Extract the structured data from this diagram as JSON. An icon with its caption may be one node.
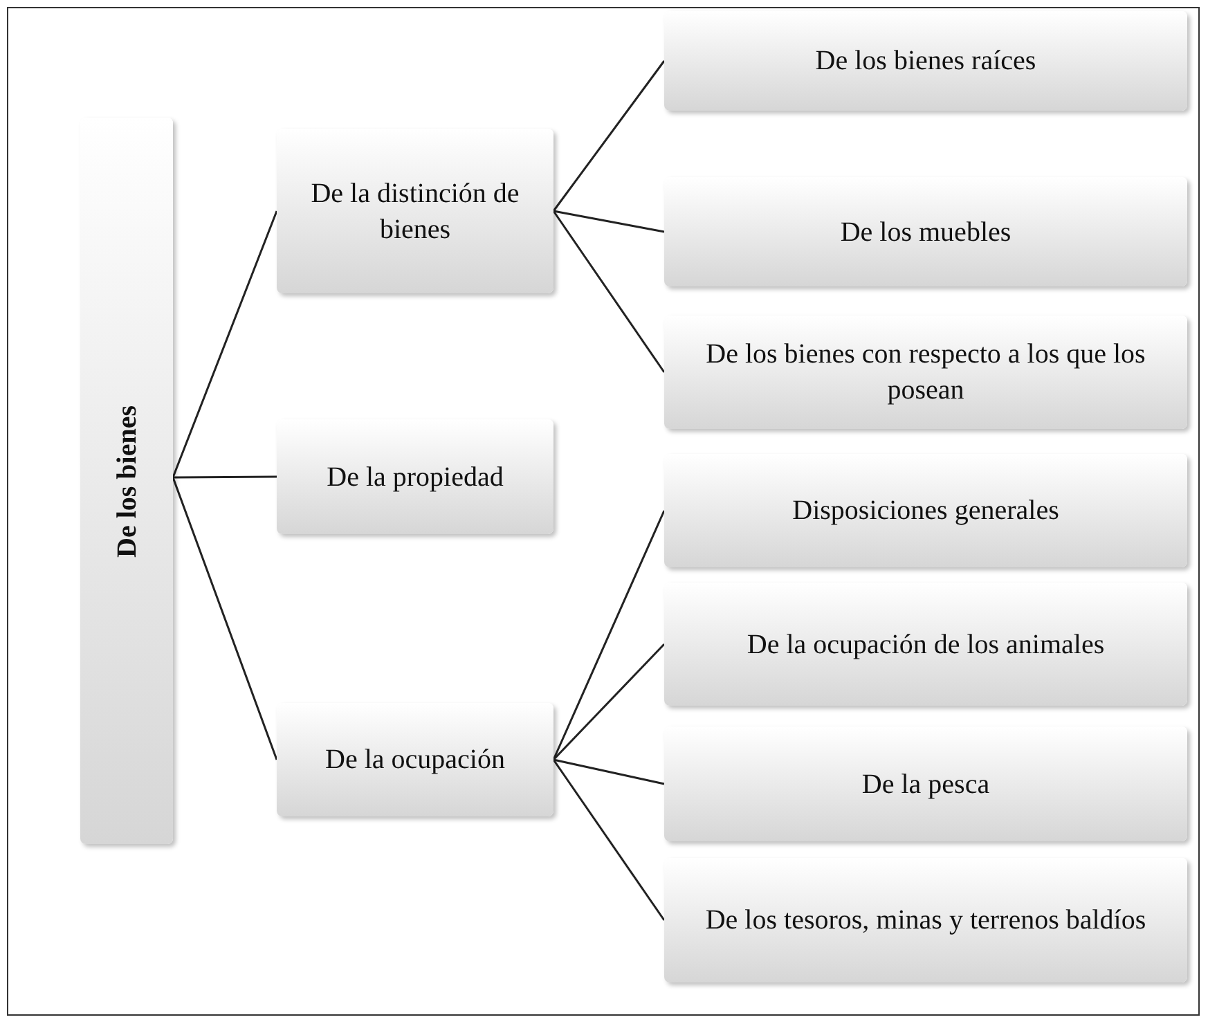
{
  "diagram": {
    "nodes": [
      {
        "text": [
          "De los bienes"
        ]
      },
      {
        "text": [
          "De la distinción de bienes"
        ]
      },
      {
        "text": [
          "De los bienes raíces"
        ]
      },
      {
        "text": [
          "De los muebles"
        ]
      },
      {
        "text": [
          "De los bienes con respecto a los que los posean"
        ]
      },
      {
        "text": [
          "De la propiedad"
        ]
      },
      {
        "text": [
          "De la ocupación"
        ]
      },
      {
        "text": [
          "Disposiciones generales"
        ]
      },
      {
        "text": [
          "De la ocupación de los animales"
        ]
      },
      {
        "text": [
          "De la pesca"
        ]
      },
      {
        "text": [
          "De los tesoros, minas y terrenos baldíos"
        ]
      }
    ],
    "edges": [
      {
        "from": 0,
        "to": 1,
        "arrow": "none"
      },
      {
        "from": 0,
        "to": 5,
        "arrow": "none"
      },
      {
        "from": 0,
        "to": 6,
        "arrow": "none"
      },
      {
        "from": 1,
        "to": 2,
        "arrow": "none"
      },
      {
        "from": 1,
        "to": 3,
        "arrow": "none"
      },
      {
        "from": 1,
        "to": 4,
        "arrow": "none"
      },
      {
        "from": 6,
        "to": 7,
        "arrow": "none"
      },
      {
        "from": 6,
        "to": 8,
        "arrow": "none"
      },
      {
        "from": 6,
        "to": 9,
        "arrow": "none"
      },
      {
        "from": 6,
        "to": 10,
        "arrow": "none"
      }
    ]
  }
}
